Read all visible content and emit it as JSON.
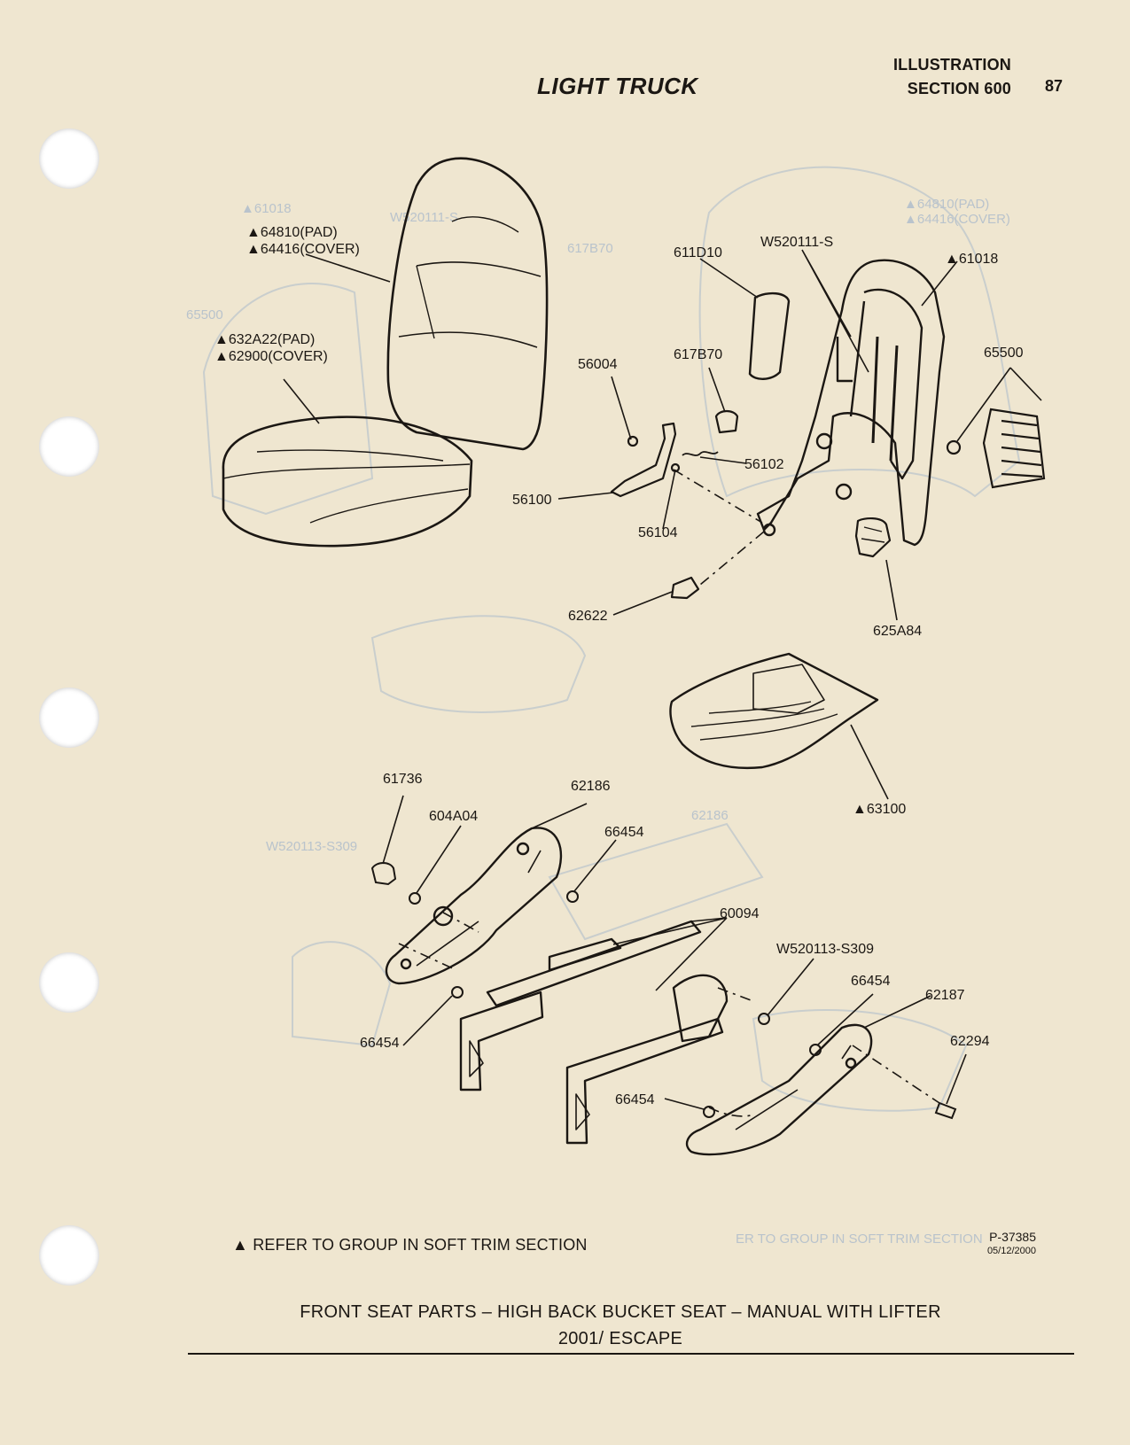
{
  "header": {
    "heading": "LIGHT TRUCK",
    "section_title": "ILLUSTRATION",
    "section_number": "SECTION 600",
    "page_number": "87"
  },
  "parts": [
    {
      "id": "p1",
      "lines": [
        "▲64810(PAD)",
        "▲64416(COVER)"
      ]
    },
    {
      "id": "p2",
      "lines": [
        "▲632A22(PAD)",
        "▲62900(COVER)"
      ]
    },
    {
      "id": "p3",
      "lines": [
        "611D10"
      ]
    },
    {
      "id": "p4",
      "lines": [
        "W520111-S"
      ]
    },
    {
      "id": "p5",
      "lines": [
        "▲61018"
      ]
    },
    {
      "id": "p6",
      "lines": [
        "56004"
      ]
    },
    {
      "id": "p7",
      "lines": [
        "617B70"
      ]
    },
    {
      "id": "p8",
      "lines": [
        "65500"
      ]
    },
    {
      "id": "p9",
      "lines": [
        "56102"
      ]
    },
    {
      "id": "p10",
      "lines": [
        "56100"
      ]
    },
    {
      "id": "p11",
      "lines": [
        "56104"
      ]
    },
    {
      "id": "p12",
      "lines": [
        "62622"
      ]
    },
    {
      "id": "p13",
      "lines": [
        "625A84"
      ]
    },
    {
      "id": "p14",
      "lines": [
        "▲63100"
      ]
    },
    {
      "id": "p15",
      "lines": [
        "61736"
      ]
    },
    {
      "id": "p16",
      "lines": [
        "62186"
      ]
    },
    {
      "id": "p17",
      "lines": [
        "604A04"
      ]
    },
    {
      "id": "p18",
      "lines": [
        "66454"
      ]
    },
    {
      "id": "p19",
      "lines": [
        "60094"
      ]
    },
    {
      "id": "p20",
      "lines": [
        "W520113-S309"
      ]
    },
    {
      "id": "p21",
      "lines": [
        "66454"
      ]
    },
    {
      "id": "p22",
      "lines": [
        "62187"
      ]
    },
    {
      "id": "p23",
      "lines": [
        "62294"
      ]
    },
    {
      "id": "p24",
      "lines": [
        "66454"
      ]
    },
    {
      "id": "p25",
      "lines": [
        "66454"
      ]
    }
  ],
  "footnote": "▲ REFER TO GROUP IN SOFT TRIM SECTION",
  "illustration_number": "P-37385",
  "illustration_date": "05/12/2000",
  "caption": {
    "line1": "FRONT SEAT PARTS – HIGH BACK BUCKET SEAT – MANUAL WITH LIFTER",
    "line2": "2001/ ESCAPE"
  },
  "colors": {
    "paper": "#efe6d0",
    "ink": "#1b1713",
    "bleed": "#b9c3cc"
  }
}
